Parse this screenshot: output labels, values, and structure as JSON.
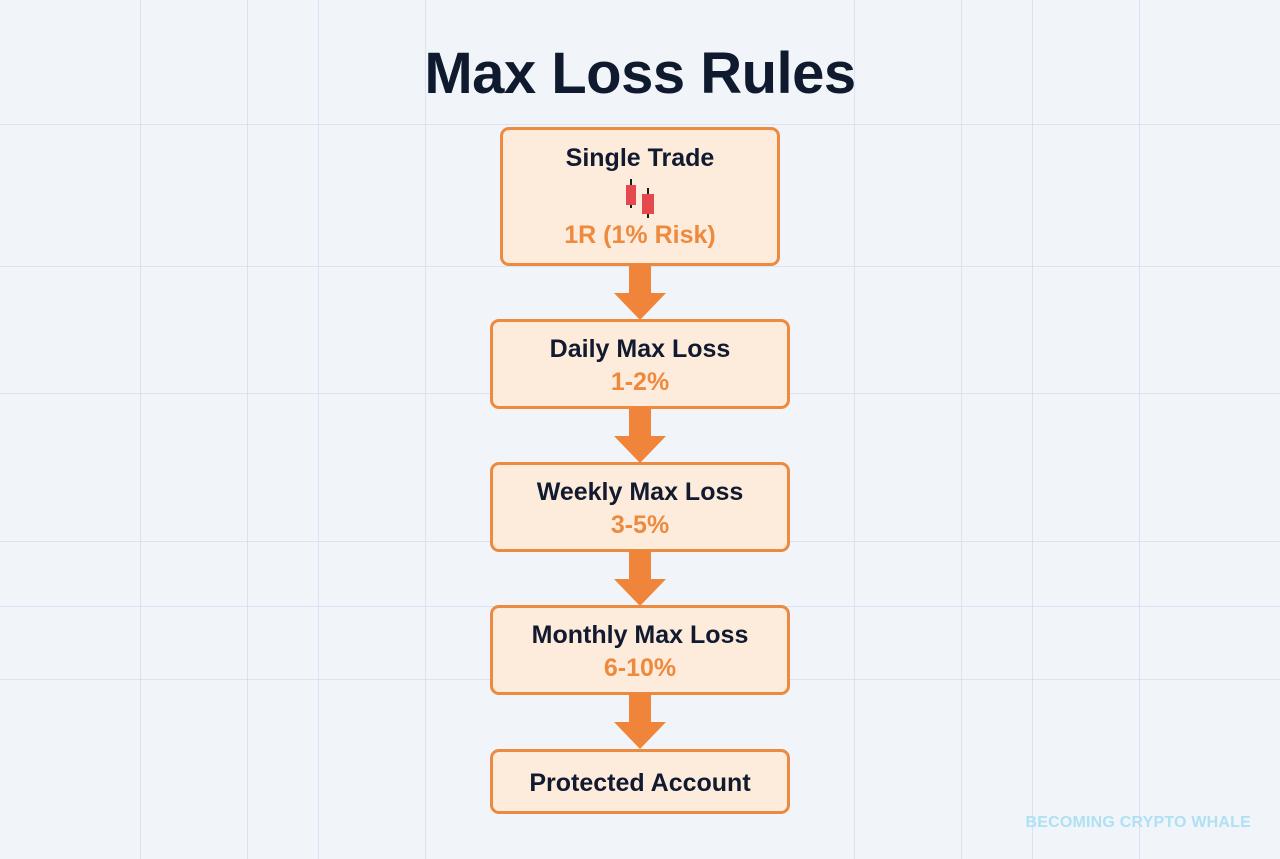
{
  "title": "Max Loss Rules",
  "colors": {
    "background": "#f1f4f9",
    "box_fill": "#fdebdc",
    "box_border": "#ec8a3f",
    "arrow": "#f0843a",
    "label_text": "#111a2e",
    "value_text": "#ee8a3e",
    "candle": "#e5484d",
    "watermark": "#aee1f3"
  },
  "flow": [
    {
      "label": "Single Trade",
      "icon": "candlestick-icon",
      "value": "1R (1% Risk)"
    },
    {
      "label": "Daily Max Loss",
      "value": "1-2%"
    },
    {
      "label": "Weekly Max Loss",
      "value": "3-5%"
    },
    {
      "label": "Monthly Max Loss",
      "value": "6-10%"
    },
    {
      "label": "Protected Account"
    }
  ],
  "watermark": "BECOMING CRYPTO WHALE"
}
